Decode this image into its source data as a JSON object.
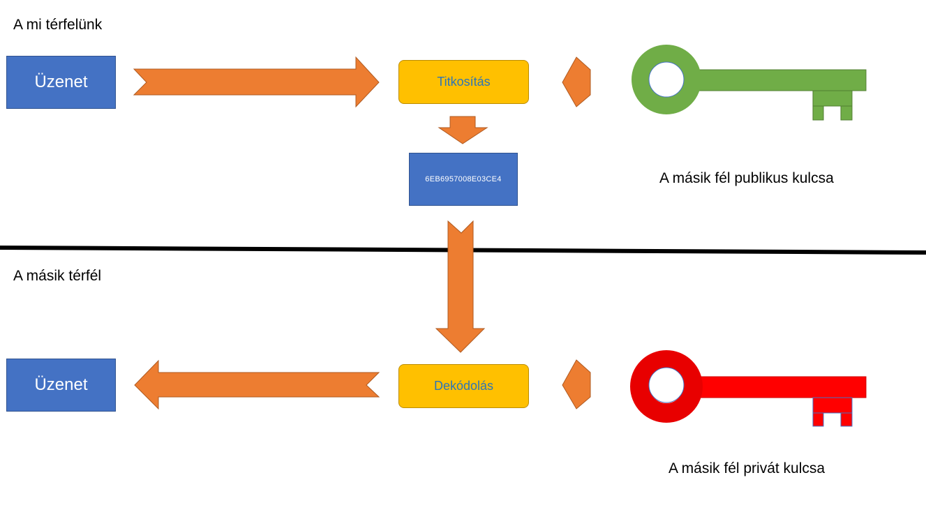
{
  "top_side": {
    "label": "A mi térfelünk",
    "message_label": "Üzenet",
    "process_label": "Titkosítás",
    "ciphertext": "6EB6957008E03CE4",
    "key_caption": "A másik fél publikus kulcsa",
    "key_color": "#70ad47"
  },
  "bottom_side": {
    "label": "A másik térfél",
    "message_label": "Üzenet",
    "process_label": "Dekódolás",
    "key_caption": "A másik fél privát kulcsa",
    "key_color": "#ff0000"
  },
  "colors": {
    "arrow": "#ed7d31",
    "box_blue": "#4472c4",
    "box_yellow": "#ffc000",
    "divider": "#000000"
  }
}
